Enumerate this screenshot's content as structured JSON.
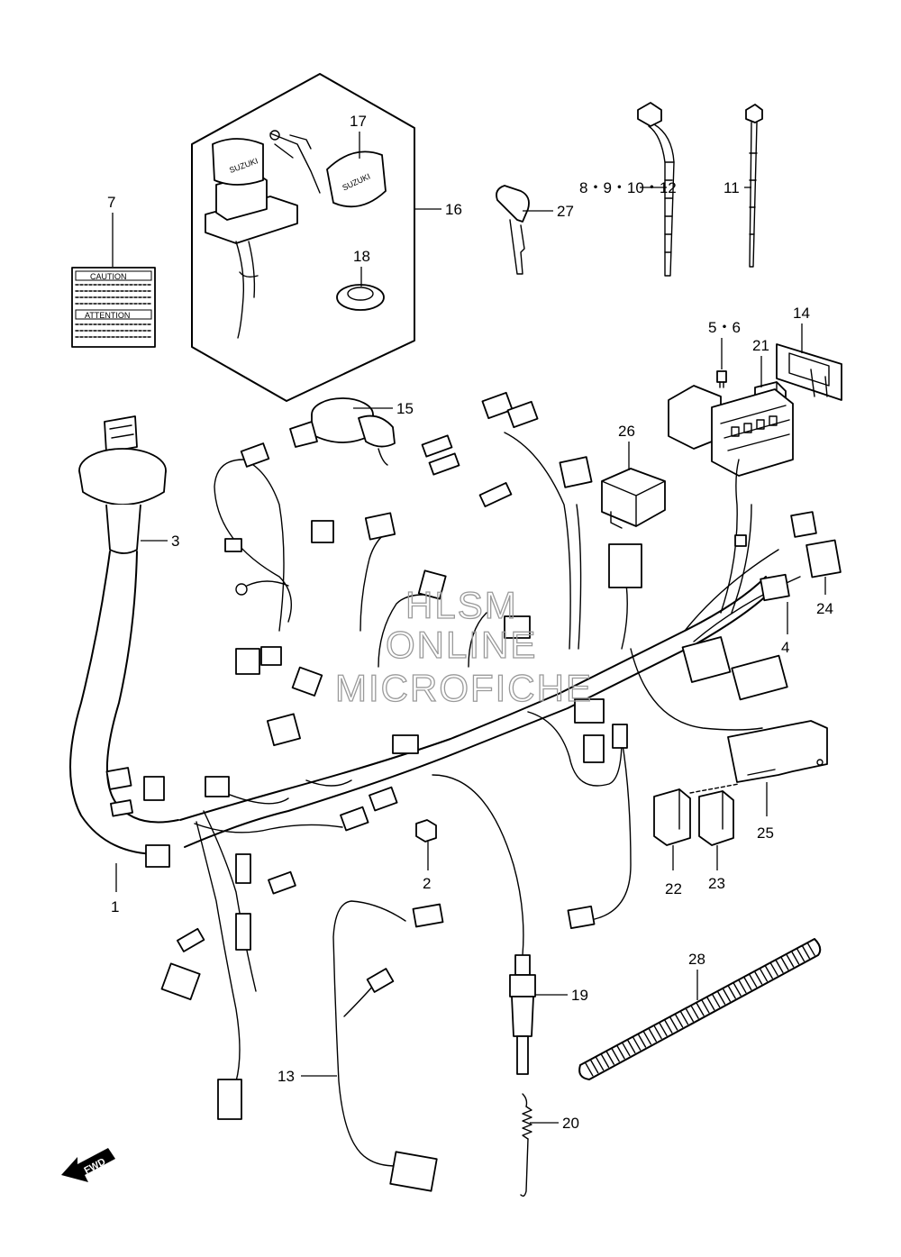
{
  "callouts": {
    "c1": "1",
    "c2": "2",
    "c3": "3",
    "c4": "4",
    "c5_6": "5・6",
    "c7": "7",
    "c8_12": "8・9・10・12",
    "c11": "11",
    "c13": "13",
    "c14": "14",
    "c15": "15",
    "c16": "16",
    "c17": "17",
    "c18": "18",
    "c19": "19",
    "c20": "20",
    "c21": "21",
    "c22": "22",
    "c23": "23",
    "c24": "24",
    "c25": "25",
    "c26": "26",
    "c27": "27",
    "c28": "28"
  },
  "label_sticker": {
    "caution": "CAUTION",
    "attention": "ATTENTION"
  },
  "brand": {
    "key_cover": "SUZUKI",
    "switch_cap": "SUZUKI"
  },
  "fwd_arrow": "FWD",
  "watermark": {
    "line1": "HLSM",
    "line2": "ONLINE",
    "line3": "MICROFICHE"
  }
}
